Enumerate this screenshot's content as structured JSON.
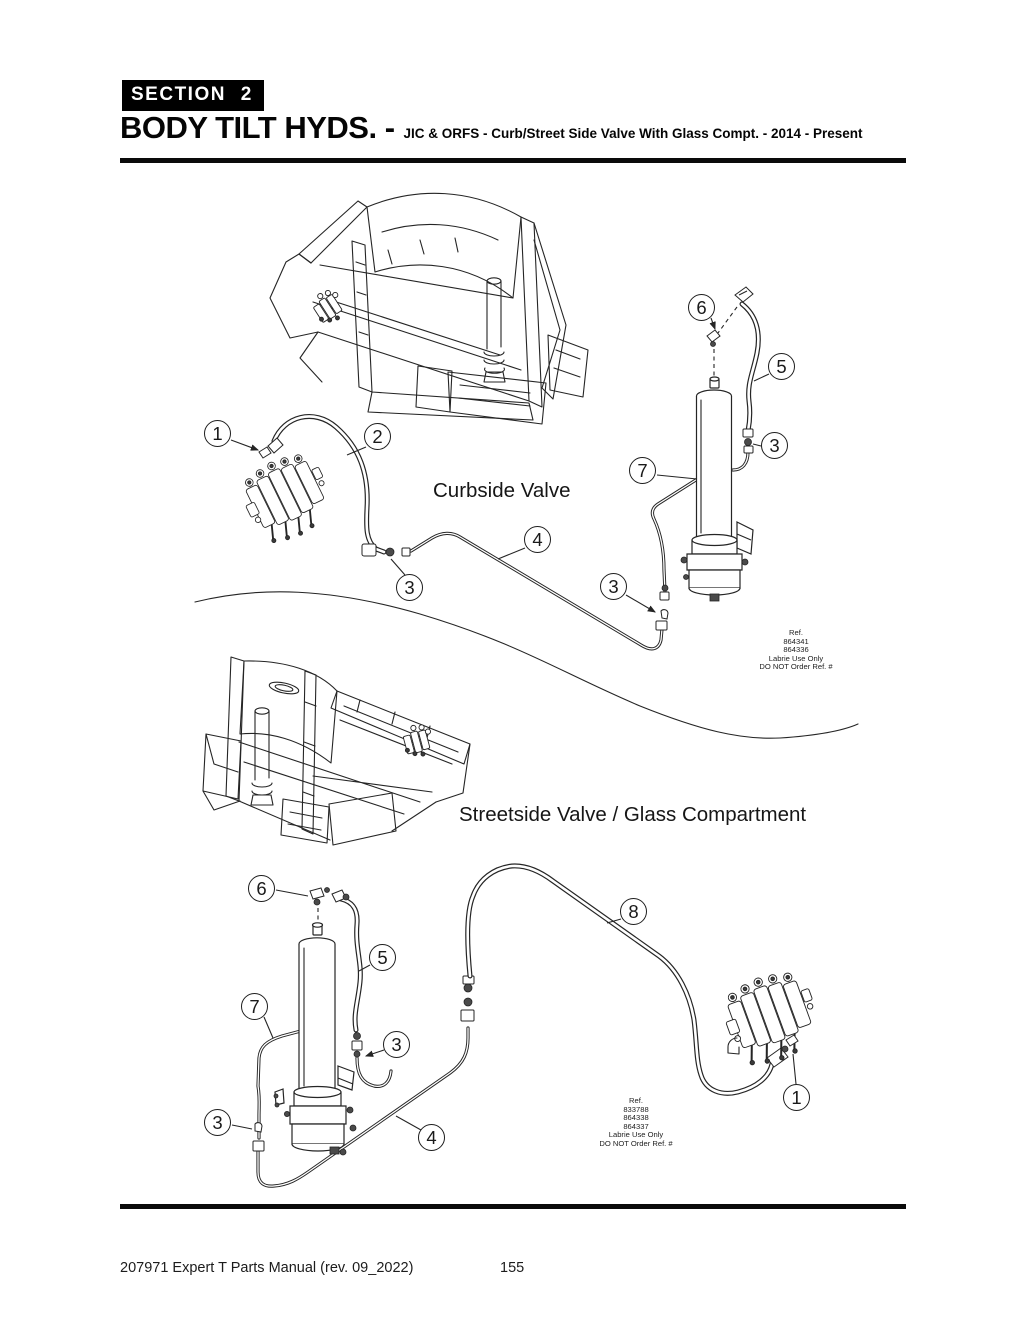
{
  "header": {
    "section_label": "SECTION 2",
    "title": "BODY TILT HYDS. -",
    "subtitle": "JIC & ORFS - Curb/Street Side Valve With Glass Compt. - 2014 - Present"
  },
  "curbside": {
    "label": "Curbside Valve",
    "ref_note": [
      "Ref.",
      "864341",
      "864336",
      "Labrie Use Only",
      "DO NOT Order Ref. #"
    ],
    "callouts": {
      "c1": "1",
      "c2": "2",
      "c3a": "3",
      "c4": "4",
      "c5": "5",
      "c6": "6",
      "c7": "7",
      "c3b": "3",
      "c3c": "3"
    }
  },
  "streetside": {
    "label": "Streetside Valve / Glass Compartment",
    "ref_note": [
      "Ref.",
      "833788",
      "864338",
      "864337",
      "Labrie Use Only",
      "DO NOT Order Ref. #"
    ],
    "callouts": {
      "c6": "6",
      "c5": "5",
      "c7": "7",
      "c3a": "3",
      "c3b": "3",
      "c4": "4",
      "c8": "8",
      "c1": "1"
    }
  },
  "footer": {
    "manual_ref": "207971 Expert T Parts Manual (rev. 09_2022)",
    "page_number": "155"
  },
  "colors": {
    "ink": "#1a1a1a",
    "paper": "#ffffff"
  }
}
